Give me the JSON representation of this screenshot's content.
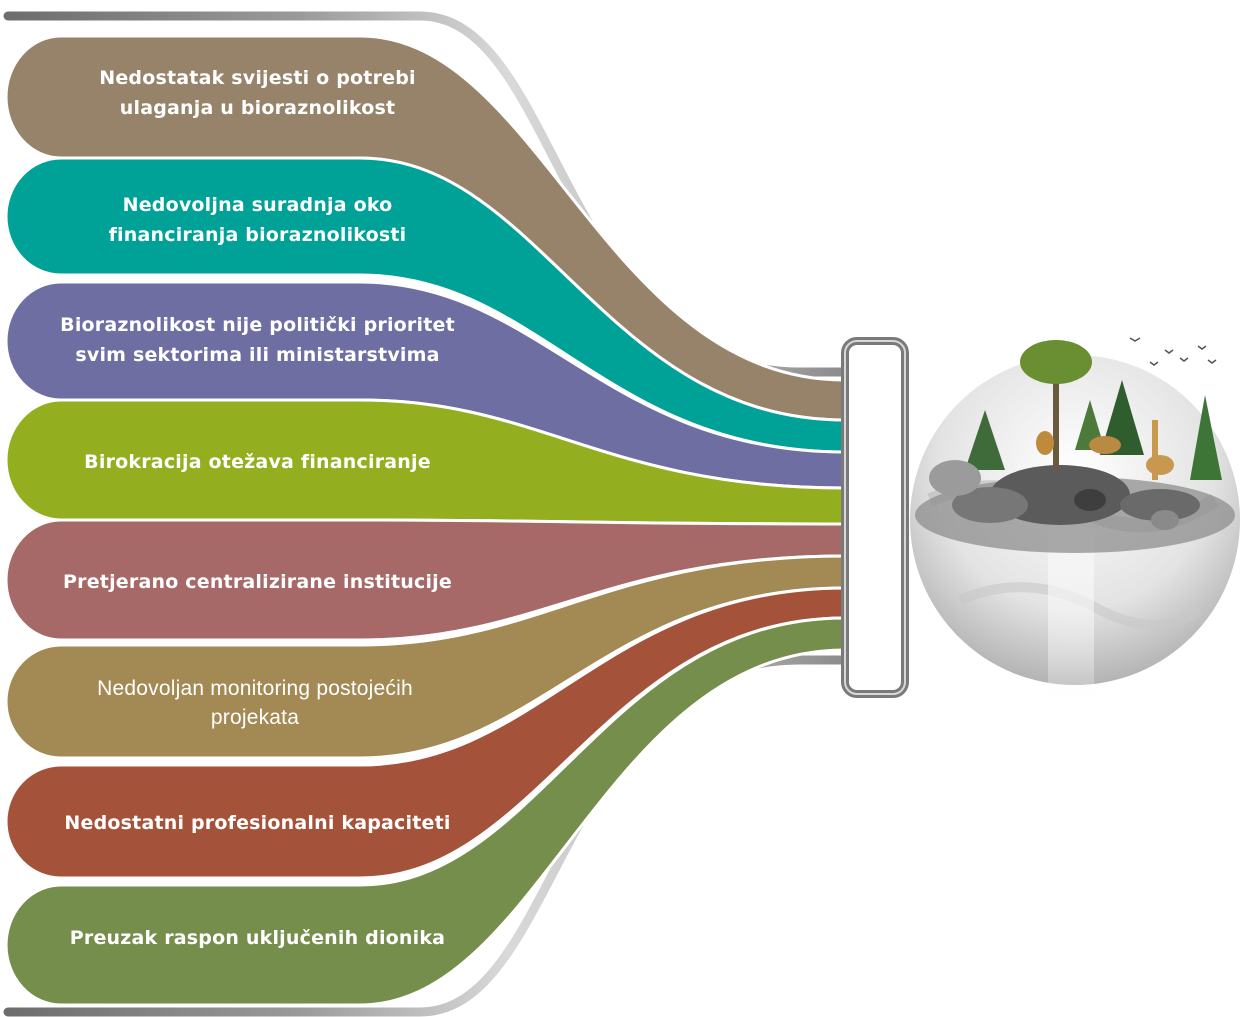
{
  "items": [
    {
      "text": "Nedostatak svijesti o potrebi ulaganja u bioraznolikost",
      "color": "#978369"
    },
    {
      "text": "Nedovoljna suradnja oko financiranja bioraznolikosti",
      "color": "#00A196"
    },
    {
      "text": "Bioraznolikost nije politički prioritet svim sektorima ili ministarstvima",
      "color": "#6E6EA2"
    },
    {
      "text": "Birokracija otežava financiranje",
      "color": "#93AF1F"
    },
    {
      "text": "Pretjerano centralizirane institucije",
      "color": "#A76868"
    },
    {
      "text": "Nedovoljan monitoring postojećih projekata",
      "color": "#A38954"
    },
    {
      "text": "Nedostatni profesionalni kapaciteti",
      "color": "#A5523A"
    },
    {
      "text": "Preuzak raspon uključenih dionika",
      "color": "#768E4C"
    }
  ],
  "icons": {
    "funnel": "pipe-connector-icon",
    "globe": "biodiversity-globe-icon"
  }
}
